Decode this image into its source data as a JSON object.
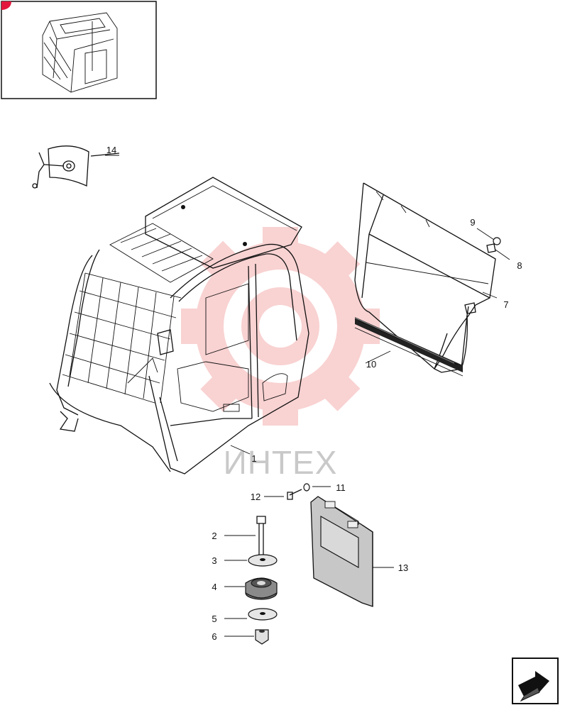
{
  "watermark": {
    "text": "ИНТЕХ",
    "color": "#f08a8a"
  },
  "callouts": [
    {
      "id": "c1",
      "label": "1"
    },
    {
      "id": "c2",
      "label": "2"
    },
    {
      "id": "c3",
      "label": "3"
    },
    {
      "id": "c4",
      "label": "4"
    },
    {
      "id": "c5",
      "label": "5"
    },
    {
      "id": "c6",
      "label": "6"
    },
    {
      "id": "c7",
      "label": "7"
    },
    {
      "id": "c8",
      "label": "8"
    },
    {
      "id": "c9",
      "label": "9"
    },
    {
      "id": "c10",
      "label": "10"
    },
    {
      "id": "c11",
      "label": "11"
    },
    {
      "id": "c12",
      "label": "12"
    },
    {
      "id": "c13",
      "label": "13"
    },
    {
      "id": "c14",
      "label": "14"
    }
  ],
  "icons": {
    "thumbnail": "cab-thumbnail-icon",
    "next": "next-page-arrow-icon"
  },
  "colors": {
    "line": "#111111",
    "accent": "#e3173e",
    "panel": "#bdbdbd"
  }
}
